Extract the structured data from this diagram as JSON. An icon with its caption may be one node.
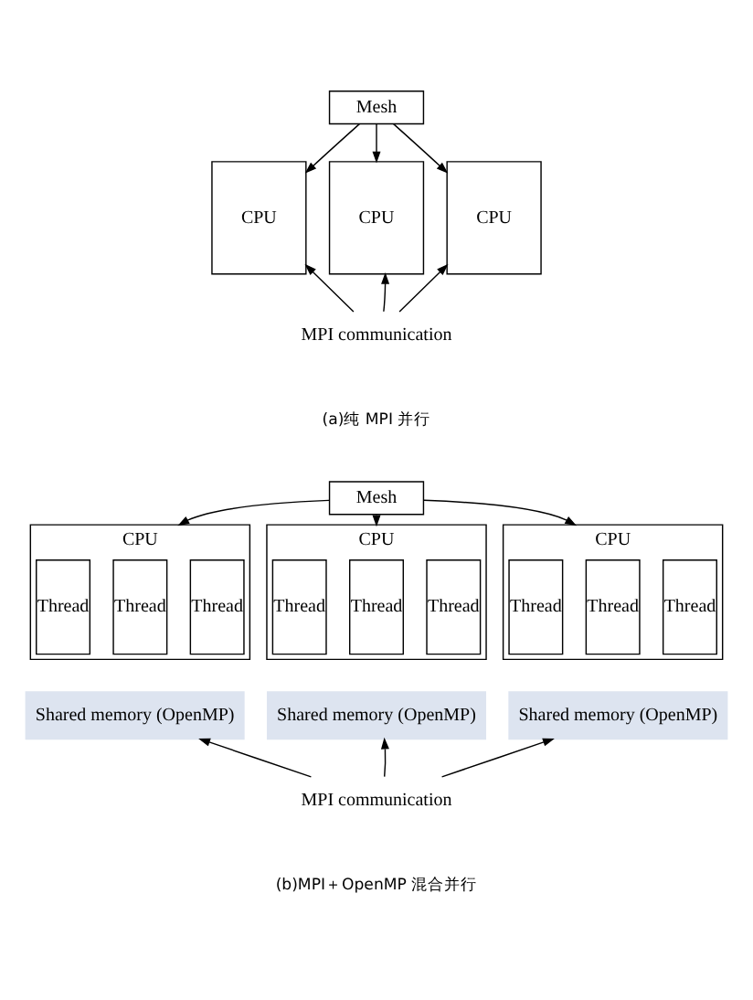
{
  "diagram": {
    "nodes": [
      {
        "text": [
          "Mesh"
        ]
      },
      {
        "text": [
          "CPU"
        ]
      },
      {
        "text": [
          "CPU"
        ]
      },
      {
        "text": [
          "CPU"
        ]
      },
      {
        "text": [
          "MPI communication"
        ]
      },
      {
        "text": [
          "Mesh"
        ]
      },
      {
        "text": [
          "CPU"
        ]
      },
      {
        "text": [
          "Thread"
        ],
        "in": 6
      },
      {
        "text": [
          "Thread"
        ],
        "in": 6
      },
      {
        "text": [
          "Thread"
        ],
        "in": 6
      },
      {
        "text": [
          "CPU"
        ]
      },
      {
        "text": [
          "Thread"
        ],
        "in": 10
      },
      {
        "text": [
          "Thread"
        ],
        "in": 10
      },
      {
        "text": [
          "Thread"
        ],
        "in": 10
      },
      {
        "text": [
          "CPU"
        ]
      },
      {
        "text": [
          "Thread"
        ],
        "in": 14
      },
      {
        "text": [
          "Thread"
        ],
        "in": 14
      },
      {
        "text": [
          "Thread"
        ],
        "in": 14
      },
      {
        "text": [
          "Shared memory (OpenMP)"
        ]
      },
      {
        "text": [
          "Shared memory (OpenMP)"
        ]
      },
      {
        "text": [
          "Shared memory (OpenMP)"
        ]
      },
      {
        "text": [
          "MPI communication"
        ]
      }
    ],
    "edges": [
      {
        "from": 0,
        "to": 1,
        "arrow": "to"
      },
      {
        "from": 0,
        "to": 2,
        "arrow": "to"
      },
      {
        "from": 0,
        "to": 3,
        "arrow": "to"
      },
      {
        "from": 4,
        "to": 1,
        "arrow": "to"
      },
      {
        "from": 4,
        "to": 2,
        "arrow": "to"
      },
      {
        "from": 4,
        "to": 3,
        "arrow": "to"
      },
      {
        "from": 5,
        "to": 6,
        "arrow": "to"
      },
      {
        "from": 5,
        "to": 10,
        "arrow": "to"
      },
      {
        "from": 5,
        "to": 14,
        "arrow": "to"
      },
      {
        "from": 21,
        "to": 18,
        "arrow": "to"
      },
      {
        "from": 21,
        "to": 19,
        "arrow": "to"
      },
      {
        "from": 21,
        "to": 20,
        "arrow": "to"
      }
    ],
    "labels": [
      "(a)纯 MPI 并行",
      "(b)MPI＋OpenMP 混合并行"
    ]
  }
}
